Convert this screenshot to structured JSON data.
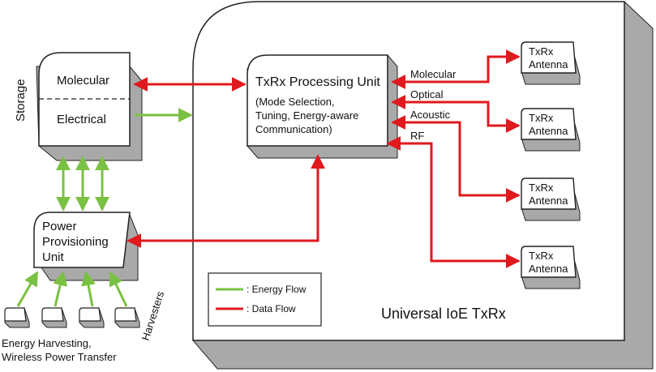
{
  "container": {
    "label": "Universal IoE TxRx"
  },
  "processing_unit": {
    "title": "TxRx Processing Unit",
    "details": [
      "(Mode Selection,",
      "Tuning, Energy-aware",
      "Communication)"
    ]
  },
  "storage": {
    "side_label": "Storage",
    "molecular": "Molecular",
    "electrical": "Electrical"
  },
  "power_unit": {
    "lines": [
      "Power",
      "Provisioning",
      "Unit"
    ]
  },
  "channels": {
    "molecular": "Molecular",
    "optical": "Optical",
    "acoustic": "Acoustic",
    "rf": "RF"
  },
  "antennas": [
    {
      "lines": [
        "TxRx",
        "Antenna"
      ]
    },
    {
      "lines": [
        "TxRx",
        "Antenna"
      ]
    },
    {
      "lines": [
        "TxRx",
        "Antenna"
      ]
    },
    {
      "lines": [
        "TxRx",
        "Antenna"
      ]
    }
  ],
  "harvesters": {
    "label": "Harvesters",
    "caption": [
      "Energy Harvesting,",
      "Wireless Power Transfer"
    ]
  },
  "legend": {
    "energy": ": Energy Flow",
    "data": ": Data Flow"
  },
  "colors": {
    "energy": "#7ac143",
    "data": "#e0191e",
    "shadow": "#a8a8a8",
    "outline": "#222222"
  }
}
